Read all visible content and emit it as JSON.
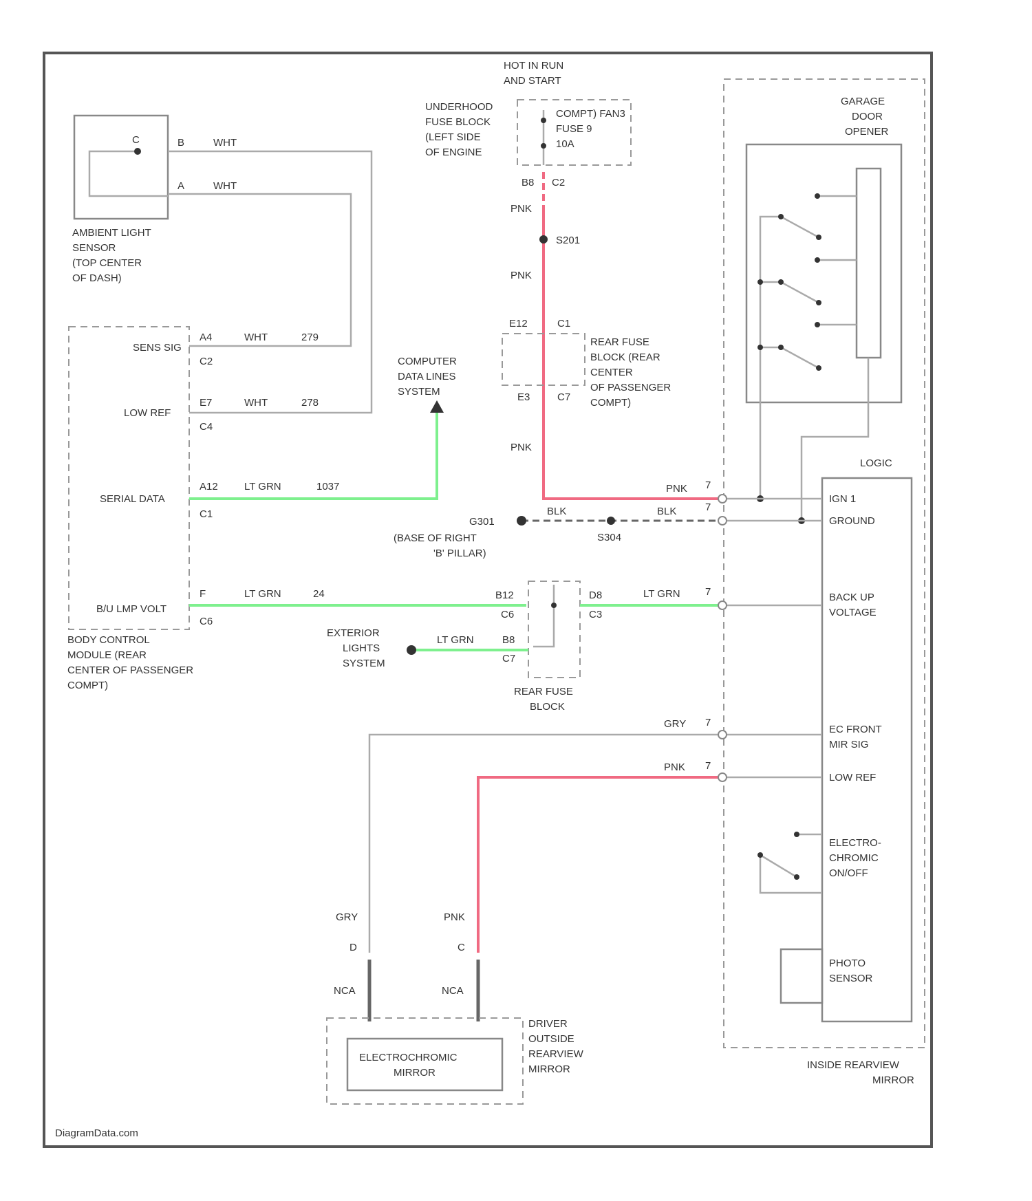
{
  "diagram": {
    "colors": {
      "pink_wire": "#f06a82",
      "green_wire": "#7ef08e",
      "gray_wire": "#aaaaaa",
      "frame": "#555555"
    },
    "labels": {
      "hot_run_start": [
        "HOT IN RUN",
        "AND START"
      ],
      "underhood_fuse": [
        "UNDERHOOD",
        "FUSE BLOCK",
        "(LEFT SIDE",
        "OF ENGINE"
      ],
      "fuse_compt": [
        "COMPT) FAN3",
        "FUSE 9",
        "10A"
      ],
      "garage_door": [
        "GARAGE",
        "DOOR",
        "OPENER"
      ],
      "ambient_sensor": [
        "AMBIENT LIGHT",
        "SENSOR",
        "(TOP CENTER",
        "OF DASH)"
      ],
      "rear_fuse_block_area": [
        "REAR FUSE",
        "BLOCK (REAR",
        "CENTER",
        "OF PASSENGER",
        "COMPT)"
      ],
      "computer_data": [
        "COMPUTER",
        "DATA LINES",
        "SYSTEM"
      ],
      "bcm": [
        "BODY CONTROL",
        "MODULE (REAR",
        "CENTER OF PASSENGER",
        "COMPT)"
      ],
      "exterior_lights": [
        "EXTERIOR",
        "LIGHTS",
        "SYSTEM"
      ],
      "rear_fuse_block": [
        "REAR FUSE",
        "BLOCK"
      ],
      "ground_loc": [
        "(BASE OF RIGHT",
        "'B' PILLAR)"
      ],
      "driver_mirror": [
        "DRIVER",
        "OUTSIDE",
        "REARVIEW",
        "MIRROR"
      ],
      "inside_mirror": [
        "INSIDE REARVIEW",
        "MIRROR"
      ],
      "ec_mirror": [
        "ELECTROCHROMIC",
        "MIRROR"
      ],
      "logic": "LOGIC",
      "ign1": "IGN 1",
      "ground": "GROUND",
      "backup_voltage": [
        "BACK UP",
        "VOLTAGE"
      ],
      "ec_mirror_sig": [
        "EC FRONT",
        "MIR SIG"
      ],
      "low_ref": "LOW REF",
      "electro_chromic_onoff": [
        "ELECTRO-",
        "CHROMIC",
        "ON/OFF"
      ],
      "photo_sensor": [
        "PHOTO",
        "SENSOR"
      ],
      "sens_sig": "SENS SIG",
      "low_ref_bcm": "LOW REF",
      "serial_data": "SERIAL DATA",
      "bu_lmp_volt": "B/U LMP VOLT",
      "s201": "S201",
      "s304": "S304",
      "g301": "G301",
      "watermark": "DiagramData.com"
    },
    "wire_codes": {
      "pnk": "PNK",
      "wht": "WHT",
      "lt_grn": "LT GRN",
      "blk": "BLK",
      "gry": "GRY",
      "nca": "NCA"
    },
    "pins": {
      "sensor_b": "B",
      "sensor_a": "A",
      "bcm_c2_pin": "A4",
      "bcm_c2": "C2",
      "ckt_279": "279",
      "bcm_c4_pin": "E7",
      "bcm_c4": "C4",
      "ckt_278": "278",
      "bcm_c1_pin": "A12",
      "bcm_c1": "C1",
      "ckt_1037": "1037",
      "bcm_c6_pin": "F",
      "bcm_c6": "C6",
      "ckt_24": "24",
      "fuse_b8": "B8",
      "fuse_c2": "C2",
      "rfb_e12": "E12",
      "rfb_c1": "C1",
      "rfb_e3": "E3",
      "rfb_c7": "C7",
      "rfb_b12": "B12",
      "rfb_c6": "C6",
      "rfb_d8": "D8",
      "rfb_c3": "C3",
      "rfb_b8": "B8",
      "rfb_c7b": "C7",
      "mir_pin": "7",
      "drv_d": "D",
      "drv_c": "C"
    }
  }
}
